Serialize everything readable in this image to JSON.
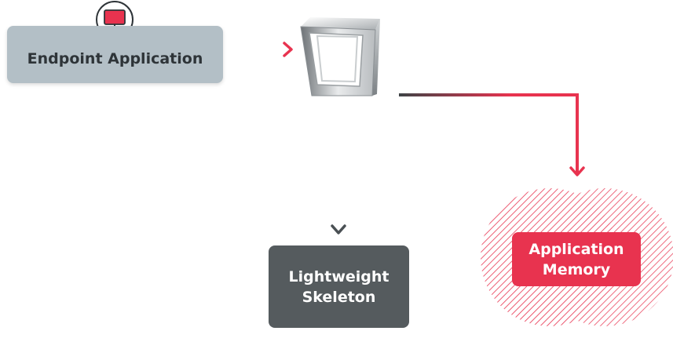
{
  "nodes": {
    "endpoint_application": "Endpoint Application",
    "lightweight_skeleton": "Lightweight\nSkeleton",
    "application_memory": "Application\nMemory"
  },
  "icons": {
    "endpoint": "desktop-monitor-icon",
    "center": "window-frame-icon"
  },
  "colors": {
    "accent": "#e8334f",
    "endpoint_fill": "#b3bfc6",
    "skeleton_fill": "#555b5e",
    "dark_arrow": "#3d4346"
  }
}
